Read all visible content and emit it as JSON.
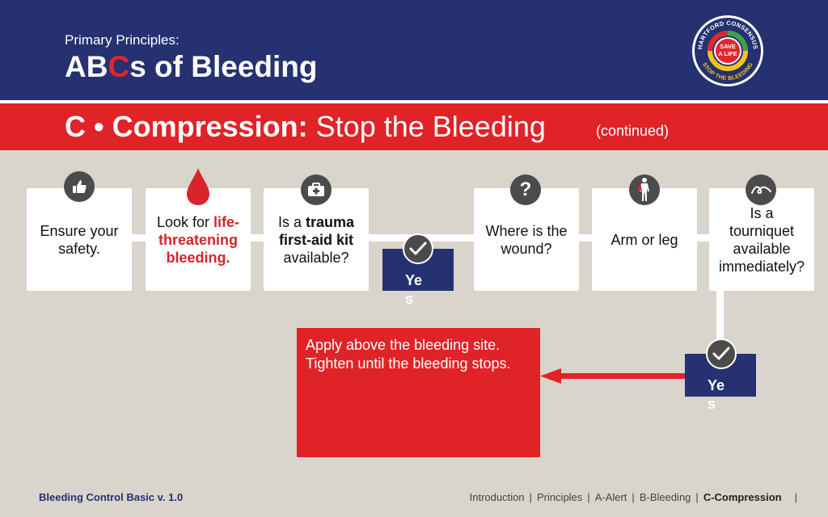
{
  "header": {
    "kicker": "Primary Principles:",
    "title_ab": "AB",
    "title_c": "C",
    "title_rest": "s of Bleeding"
  },
  "banner": {
    "title_bold": "C • Compression:",
    "title_regular": "Stop the Bleeding",
    "suffix": "(continued)"
  },
  "logo": {
    "ring_text_top": "HARTFORD CONSENSUS",
    "ring_text_bottom": "STOP THE BLEEDING",
    "center_line1": "SAVE",
    "center_line2": "A LIFE"
  },
  "steps": [
    {
      "icon": "thumbs-up-icon",
      "text": "Ensure your safety."
    },
    {
      "icon": "blood-drop-icon",
      "text_pre": "Look for ",
      "text_highlight": "life-threatening bleeding."
    },
    {
      "icon": "first-aid-kit-icon",
      "text_pre": "Is a ",
      "text_bold": "trauma first-aid kit",
      "text_post": " available?"
    },
    {
      "icon": "question-mark-icon",
      "icon_glyph": "?",
      "text": "Where is the wound?"
    },
    {
      "icon": "body-figure-icon",
      "text": "Arm or leg"
    },
    {
      "icon": "tourniquet-icon",
      "text": "Is a tourniquet available immediately?"
    }
  ],
  "yes_labels": {
    "first_line1": "Ye",
    "first_line2": "s",
    "second_line1": "Ye",
    "second_line2": "s"
  },
  "instructions": {
    "bullet_glyph": "",
    "items": [
      "Apply above the bleeding site.",
      "Tighten until the bleeding stops."
    ]
  },
  "footer": {
    "course": "Bleeding Control Basic v. 1.0",
    "nav": [
      "Introduction",
      "Principles",
      "A-Alert",
      "B-Bleeding",
      "C-Compression"
    ],
    "nav_active_index": 4,
    "separator": "|"
  },
  "colors": {
    "navy": "#253170",
    "red": "#df2327",
    "background": "#d9d4cc",
    "icon_gray": "#4b4b4b"
  }
}
